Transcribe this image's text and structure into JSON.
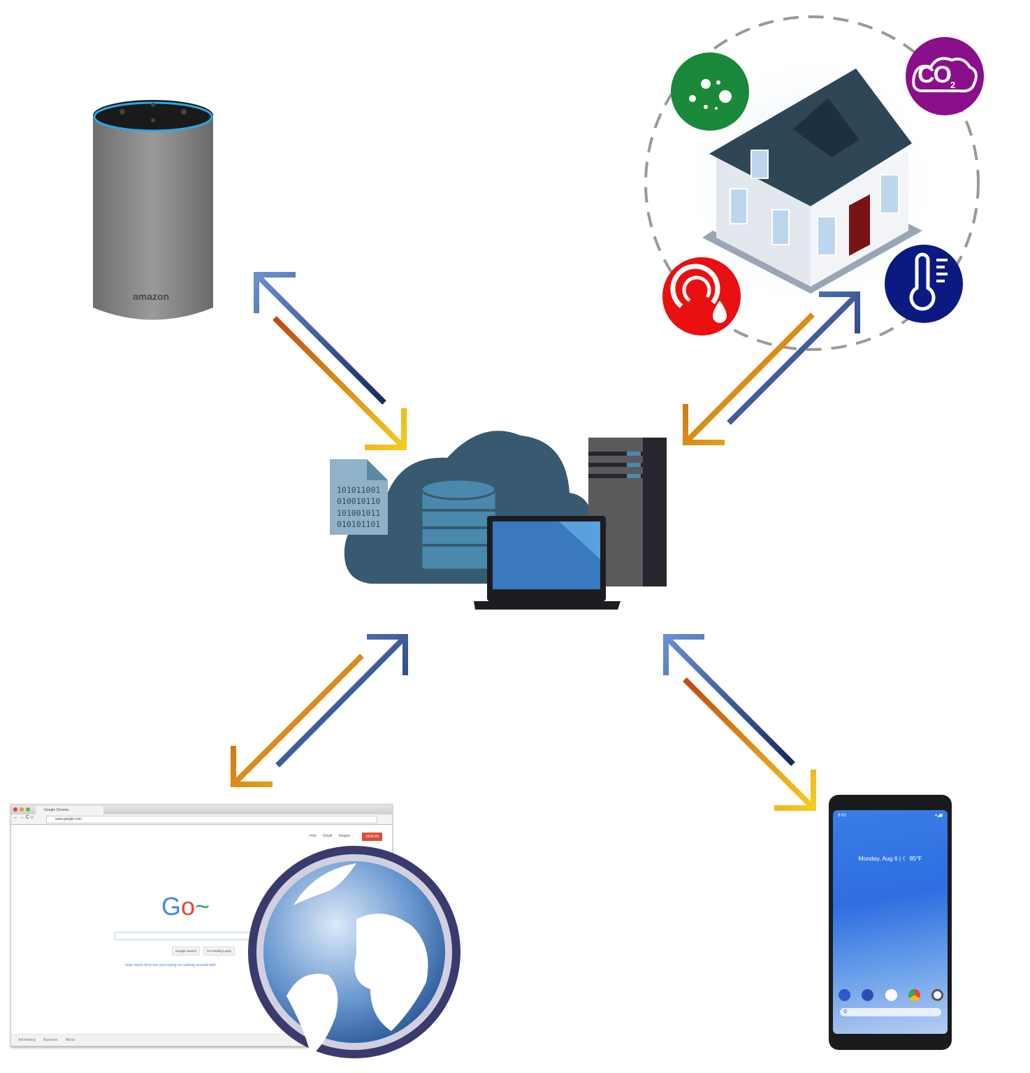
{
  "diagram": {
    "speaker": {
      "brand": "amazon"
    },
    "home": {
      "sensors": [
        "particulate-matter",
        "co2",
        "pressure-humidity",
        "temperature"
      ],
      "co2_label": "CO",
      "co2_sub": "2"
    },
    "cloud": {
      "binary_lines": [
        "101011001",
        "010010110",
        "101001011",
        "010101101"
      ]
    },
    "browser": {
      "tab_title": "Google Chrome",
      "url": "www.google.com",
      "nav_glyphs": "← → C ⌂",
      "top_links": [
        "+You",
        "Gmail",
        "Images"
      ],
      "sign_in": "SIGN IN",
      "logo_text": "Go",
      "search_button": "Google Search",
      "lucky_button": "I'm Feeling Lucky",
      "promo": "How much time are you losing on waiting around with",
      "footer": [
        "Advertising",
        "Business",
        "About"
      ]
    },
    "phone": {
      "time": "9:00",
      "status": "▾◢▮",
      "date_line": "Monday, Aug 6  |  ☾ 85°F",
      "search_logo": "G"
    },
    "colors": {
      "arrow_blue": "#1f3a7a",
      "arrow_gold": "#f0c020",
      "cloud": "#375a70",
      "co2": "#8a0f8a",
      "pm": "#1a8a3a",
      "pressure": "#e81010",
      "temp": "#0a1a80"
    }
  }
}
